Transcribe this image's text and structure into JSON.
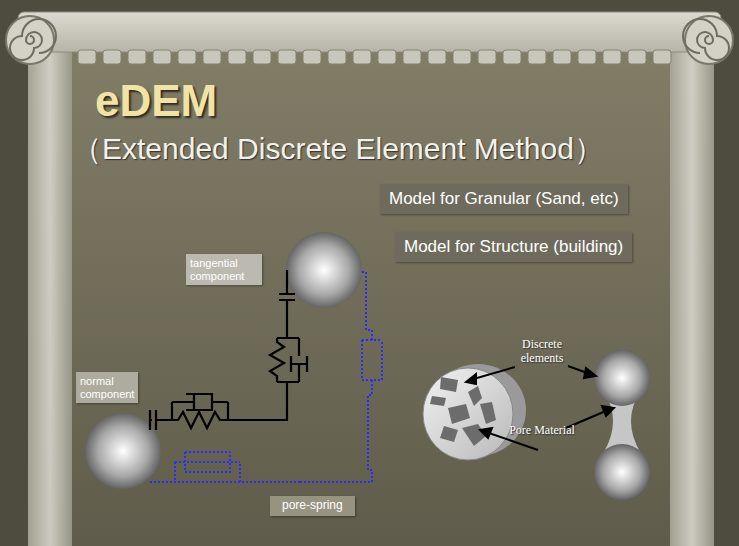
{
  "diagram": {
    "title": "eDEM",
    "nodes": [
      {
        "text": [
          "Model for Granular (Sand, etc)"
        ]
      },
      {
        "text": [
          "Model for Structure (building)"
        ]
      },
      {
        "text": [
          "tangential component"
        ]
      },
      {
        "text": [
          "normal component"
        ]
      },
      {
        "text": [
          "pore-spring"
        ]
      }
    ],
    "labels": [
      "（Extended Discrete Element Method）",
      "Discrete elements",
      "Pore Material"
    ]
  }
}
